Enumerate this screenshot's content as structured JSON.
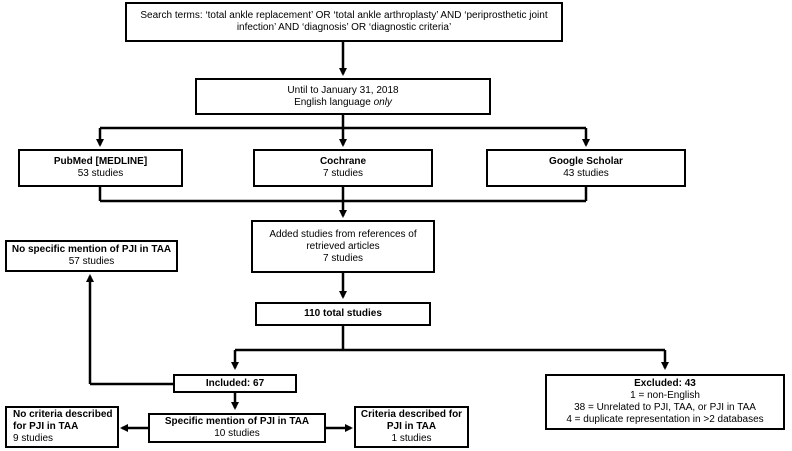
{
  "search": {
    "line1": "Search terms: ‘total ankle replacement’ OR ‘total ankle arthroplasty’ AND ‘periprosthetic joint",
    "line2": "infection’ AND ‘diagnosis’ OR ‘diagnostic criteria’"
  },
  "limits": {
    "line1": "Until to January 31, 2018",
    "line2_prefix": "English language ",
    "line2_emphasis": "only"
  },
  "databases": [
    {
      "name": "PubMed [MEDLINE]",
      "count": "53 studies"
    },
    {
      "name": "Cochrane",
      "count": "7 studies"
    },
    {
      "name": "Google Scholar",
      "count": "43 studies"
    }
  ],
  "added": {
    "line1": "Added studies from references of",
    "line2": "retrieved articles",
    "count": "7 studies"
  },
  "total": {
    "label": "110 total studies"
  },
  "no_mention": {
    "title": "No specific mention of PJI in TAA",
    "count": "57 studies"
  },
  "included": {
    "label": "Included: 67"
  },
  "excluded": {
    "label": "Excluded: 43",
    "reasons": [
      "1 = non-English",
      "38 = Unrelated to PJI, TAA, or PJI in TAA",
      "4 = duplicate representation in >2 databases"
    ]
  },
  "no_criteria": {
    "line1": "No criteria described",
    "line2": "for PJI in TAA",
    "count": "9 studies"
  },
  "specific": {
    "title": "Specific mention of PJI in TAA",
    "count": "10 studies"
  },
  "criteria": {
    "line1": "Criteria described for",
    "line2": "PJI in TAA",
    "count": "1 studies"
  }
}
